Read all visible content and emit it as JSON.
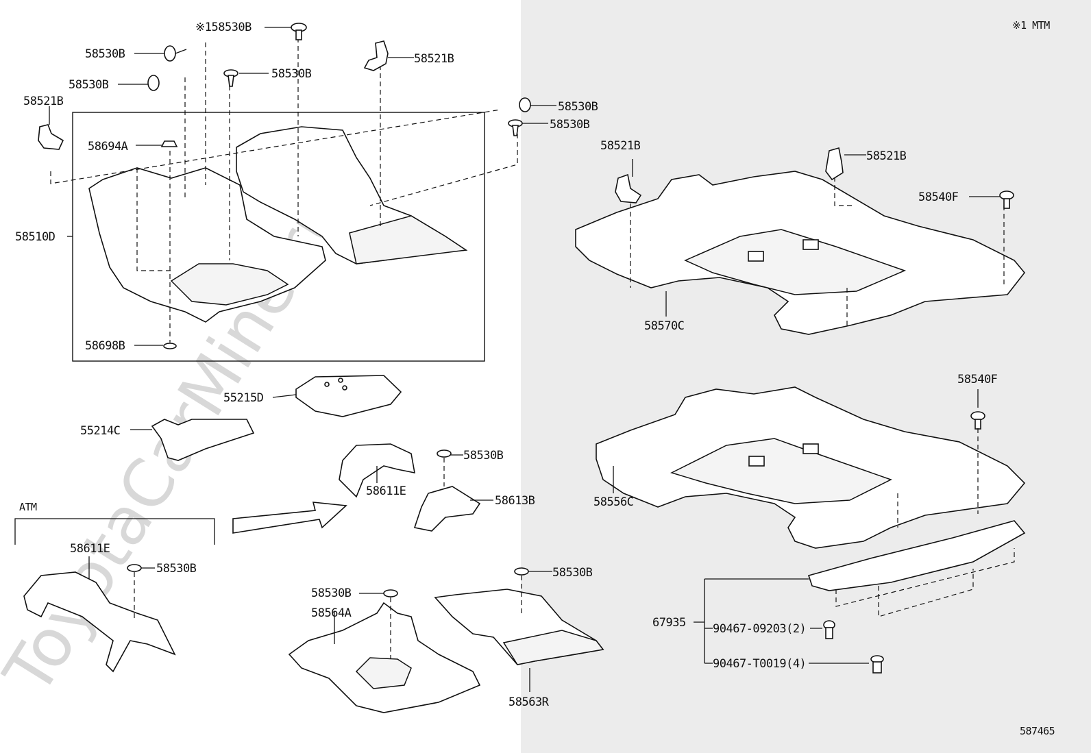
{
  "watermark": "ToyotaCarMine.ru",
  "note_top_right": "※1 MTM",
  "diagram_code": "587465",
  "atm_label": "ATM",
  "labels": {
    "p58530B_star": "※158530B",
    "p58530B": "58530B",
    "p58521B": "58521B",
    "p58694A": "58694A",
    "p58510D": "58510D",
    "p58698B": "58698B",
    "p55215D": "55215D",
    "p55214C": "55214C",
    "p58611E": "58611E",
    "p58613B": "58613B",
    "p58564A": "58564A",
    "p58563R": "58563R",
    "p58540F": "58540F",
    "p58570C": "58570C",
    "p58556C": "58556C",
    "p67935": "67935",
    "p90467_09203": "90467-09203(2)",
    "p90467_T0019": "90467-T0019(4)"
  }
}
